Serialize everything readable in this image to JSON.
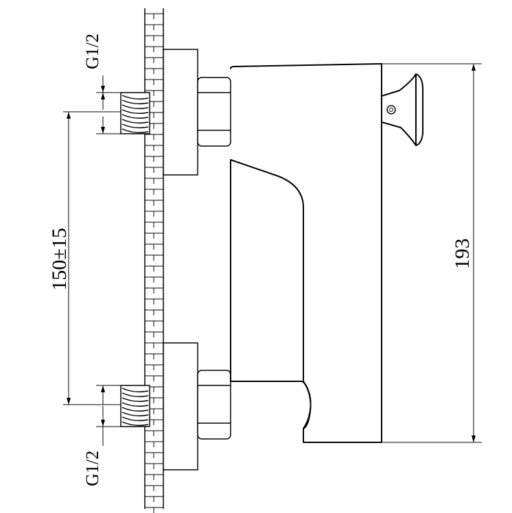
{
  "dimensions": {
    "height": "193",
    "spacing": "150±15",
    "thread_top": "G1/2",
    "thread_bottom": "G1/2"
  }
}
